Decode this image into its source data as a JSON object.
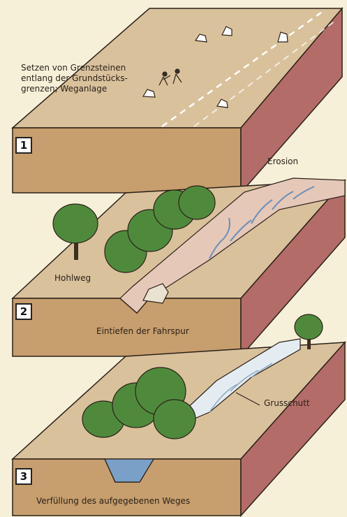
{
  "panels": [
    {
      "number": "1",
      "caption": "Setzen von Grenzsteinen entlang der Grundstücks-grenzen; Weganlage"
    },
    {
      "number": "2",
      "caption": "Eintiefen der Fahrspur",
      "labels": {
        "hollow_way": "Hohlweg",
        "erosion": "Erosion"
      }
    },
    {
      "number": "3",
      "caption": "Verfüllung des aufgegebenen Weges",
      "labels": {
        "debris": "Grusschutt"
      }
    }
  ],
  "colors": {
    "top": "#d7bf99",
    "front": "#c69e6c",
    "side": "#b26a67",
    "tree": "#4f8a3c",
    "water": "#7ba0c8",
    "background": "#f7f0d9"
  }
}
